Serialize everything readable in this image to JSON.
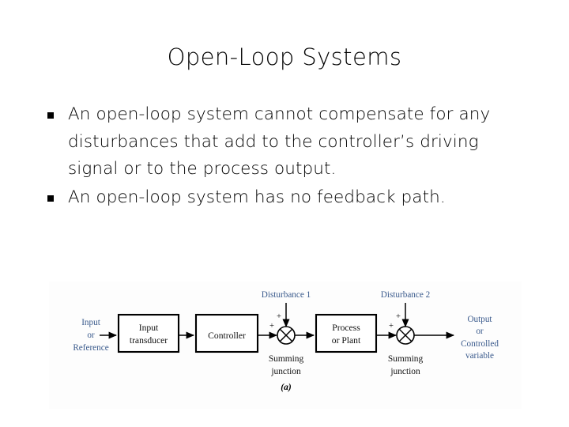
{
  "slide": {
    "title": "Open-Loop Systems",
    "bullets": [
      "An open-loop system cannot compensate for any disturbances that add to the controller’s driving signal or to the process output.",
      "An open-loop system has no feedback path."
    ]
  },
  "figure": {
    "caption": "(a)",
    "colors": {
      "label_blue": "#3a5a8c",
      "label_black": "#111111",
      "line": "#000000",
      "block_fill": "#ffffff",
      "figure_background": "#fdfdfd"
    },
    "input_label": {
      "line1": "Input",
      "line2": "or",
      "line3": "Reference"
    },
    "output_label": {
      "line1": "Output",
      "line2": "or",
      "line3": "Controlled",
      "line4": "variable"
    },
    "blocks": [
      {
        "line1": "Input",
        "line2": "transducer"
      },
      {
        "line1": "Controller",
        "line2": ""
      },
      {
        "line1": "Process",
        "line2": "or Plant"
      }
    ],
    "disturbances": [
      "Disturbance 1",
      "Disturbance 2"
    ],
    "junctions": [
      {
        "line1": "Summing",
        "line2": "junction",
        "sign_side": "+",
        "sign_top": "+"
      },
      {
        "line1": "Summing",
        "line2": "junction",
        "sign_side": "+",
        "sign_top": "+"
      }
    ]
  }
}
